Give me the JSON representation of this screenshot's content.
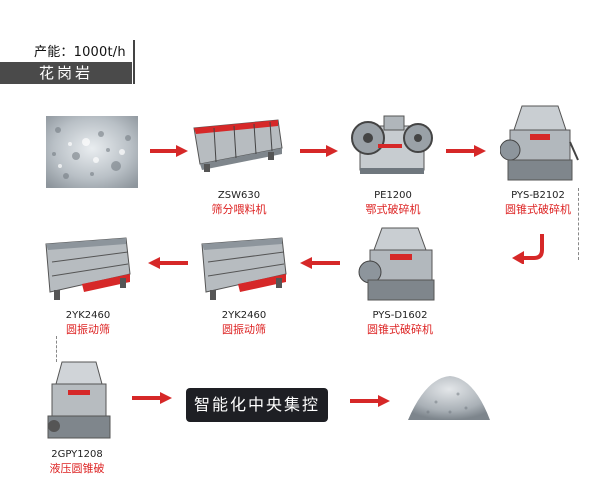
{
  "header": {
    "capacity": "产能：1000t/h",
    "rock": "花岗岩"
  },
  "machines": [
    {
      "model": "ZSW630",
      "name": "筛分喂料机"
    },
    {
      "model": "PE1200",
      "name": "鄂式破碎机"
    },
    {
      "model": "PYS-B2102",
      "name": "圆锥式破碎机"
    },
    {
      "model": "PYS-D1602",
      "name": "圆锥式破碎机"
    },
    {
      "model": "2YK2460",
      "name": "圆振动筛"
    },
    {
      "model": "2YK2460",
      "name": "圆振动筛"
    },
    {
      "model": "2GPY1208",
      "name": "液压圆锥破"
    }
  ],
  "control": {
    "label": "智能化中央集控"
  },
  "colors": {
    "accent": "#d62828",
    "label_bg": "#4a4a4a",
    "control_bg": "#1e1f24"
  }
}
